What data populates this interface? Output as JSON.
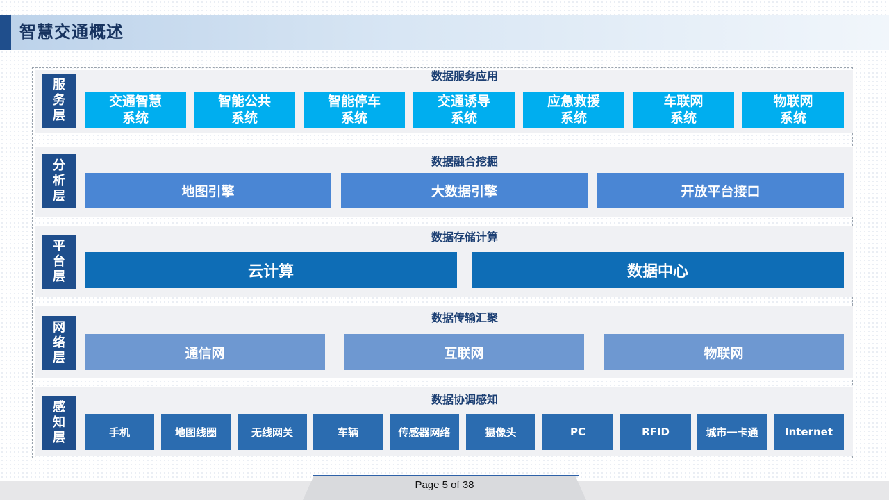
{
  "title": "智慧交通概述",
  "layers": [
    {
      "side": "服务层",
      "heading": "数据服务应用",
      "items": [
        "交通智慧\n系统",
        "智能公共\n系统",
        "智能停车\n系统",
        "交通诱导\n系统",
        "应急救援\n系统",
        "车联网\n系统",
        "物联网\n系统"
      ]
    },
    {
      "side": "分析层",
      "heading": "数据融合挖掘",
      "items": [
        "地图引擎",
        "大数据引擎",
        "开放平台接口"
      ]
    },
    {
      "side": "平台层",
      "heading": "数据存储计算",
      "items": [
        "云计算",
        "数据中心"
      ]
    },
    {
      "side": "网络层",
      "heading": "数据传输汇聚",
      "items": [
        "通信网",
        "互联网",
        "物联网"
      ]
    },
    {
      "side": "感知层",
      "heading": "数据协调感知",
      "items": [
        "手机",
        "地图线圈",
        "无线网关",
        "车辆",
        "传感器网络",
        "摄像头",
        "PC",
        "RFID",
        "城市一卡通",
        "Internet"
      ]
    }
  ],
  "footer": {
    "page": "Page 5 of 38"
  },
  "colors": {
    "accent": "#1f4e8c",
    "service": "#00aeef",
    "analysis": "#4a86d4",
    "platform": "#0e6db6",
    "network": "#6e98d1",
    "sensing": "#2b6cb0"
  }
}
